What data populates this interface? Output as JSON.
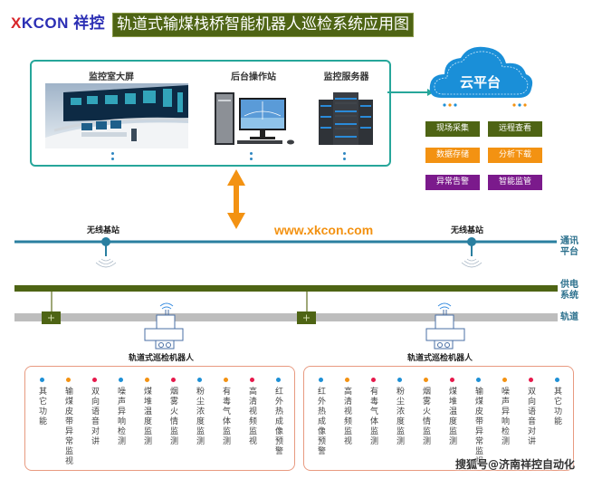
{
  "header": {
    "logo_mark": "X",
    "logo_text": "KCON",
    "logo_cn": "祥控",
    "title": "轨道式输煤栈桥智能机器人巡检系统应用图"
  },
  "monitor_panel": {
    "items": [
      {
        "label": "监控室大屏",
        "icon": "control-room-image"
      },
      {
        "label": "后台操作站",
        "icon": "workstation-image"
      },
      {
        "label": "监控服务器",
        "icon": "server-rack-image"
      }
    ]
  },
  "cloud": {
    "label": "云平台",
    "functions": [
      {
        "label": "现场采集",
        "color": "#4e6414"
      },
      {
        "label": "远程查看",
        "color": "#4e6414"
      },
      {
        "label": "数据存储",
        "color": "#f39212"
      },
      {
        "label": "分析下载",
        "color": "#f39212"
      },
      {
        "label": "异常告警",
        "color": "#7b1a8c"
      },
      {
        "label": "智能监管",
        "color": "#7b1a8c"
      }
    ]
  },
  "network": {
    "url": "www.xkcon.com",
    "stations": [
      {
        "label": "无线基站"
      },
      {
        "label": "无线基站"
      }
    ],
    "lines": {
      "comm": "通讯平台",
      "comm_l1": "通讯",
      "comm_l2": "平台",
      "power_l1": "供电",
      "power_l2": "系统",
      "rail": "轨道"
    },
    "robots": [
      {
        "label": "轨道式巡检机器人"
      },
      {
        "label": "轨道式巡检机器人"
      }
    ]
  },
  "colors": {
    "comm_line": "#2a7fa0",
    "power_line": "#4e6414",
    "rail": "#bdbdbd",
    "panel_border": "#26a69a",
    "arrow": "#f39212",
    "dot_blue": "#1e90d6",
    "dot_orange": "#f39212",
    "dot_red": "#e6194b"
  },
  "left_functions": [
    {
      "text": "其它功能",
      "dot": "blue"
    },
    {
      "text": "输煤皮带异常监视",
      "dot": "orange"
    },
    {
      "text": "双向语音对讲",
      "dot": "red"
    },
    {
      "text": "噪声异响检测",
      "dot": "blue"
    },
    {
      "text": "煤堆温度监测",
      "dot": "orange"
    },
    {
      "text": "烟雾火情监测",
      "dot": "red"
    },
    {
      "text": "粉尘浓度监测",
      "dot": "blue"
    },
    {
      "text": "有毒气体监测",
      "dot": "orange"
    },
    {
      "text": "高清视频监视",
      "dot": "red"
    },
    {
      "text": "红外热成像预警",
      "dot": "blue"
    }
  ],
  "right_functions": [
    {
      "text": "红外热成像预警",
      "dot": "blue"
    },
    {
      "text": "高清视频监视",
      "dot": "orange"
    },
    {
      "text": "有毒气体监测",
      "dot": "red"
    },
    {
      "text": "粉尘浓度监测",
      "dot": "blue"
    },
    {
      "text": "烟雾火情监测",
      "dot": "orange"
    },
    {
      "text": "煤堆温度监测",
      "dot": "red"
    },
    {
      "text": "输煤皮带异常监视",
      "dot": "blue"
    },
    {
      "text": "噪声异响检测",
      "dot": "orange"
    },
    {
      "text": "双向语音对讲",
      "dot": "red"
    },
    {
      "text": "其它功能",
      "dot": "blue"
    }
  ],
  "watermark": "搜狐号@济南祥控自动化"
}
